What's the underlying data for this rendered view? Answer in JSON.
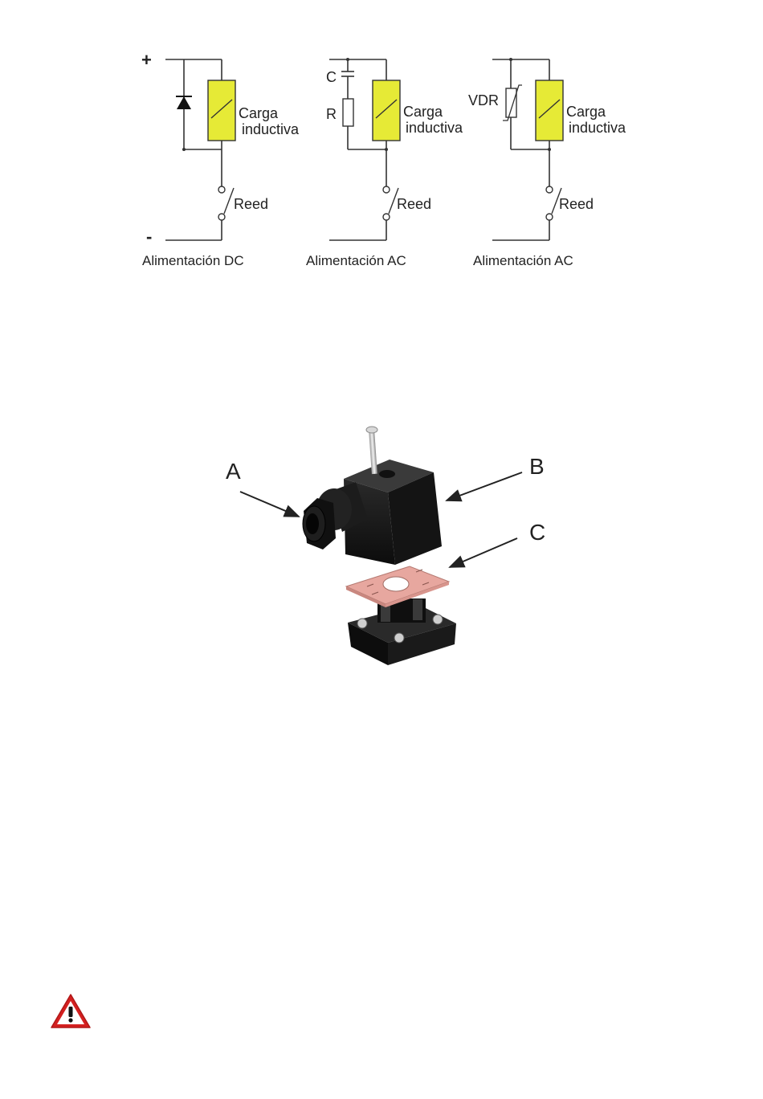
{
  "colors": {
    "load_fill": "#e6ea36",
    "wire": "#333333",
    "connector_body": "#141414",
    "gasket": "#e7a79f",
    "warning_red": "#d42020"
  },
  "circuits": [
    {
      "plus_sign": "+",
      "minus_sign": "-",
      "load_label_1": "Carga",
      "load_label_2": "inductiva",
      "reed_label": "Reed",
      "caption": "Alimentación DC"
    },
    {
      "c_label": "C",
      "r_label": "R",
      "load_label_1": "Carga",
      "load_label_2": "inductiva",
      "reed_label": "Reed",
      "caption": "Alimentación AC"
    },
    {
      "vdr_label": "VDR",
      "load_label_1": "Carga",
      "load_label_2": "inductiva",
      "reed_label": "Reed",
      "caption": "Alimentación AC"
    }
  ],
  "connector_parts": {
    "label_a": "A",
    "label_b": "B",
    "label_c": "C"
  },
  "warning_icon": "warning-triangle-icon"
}
